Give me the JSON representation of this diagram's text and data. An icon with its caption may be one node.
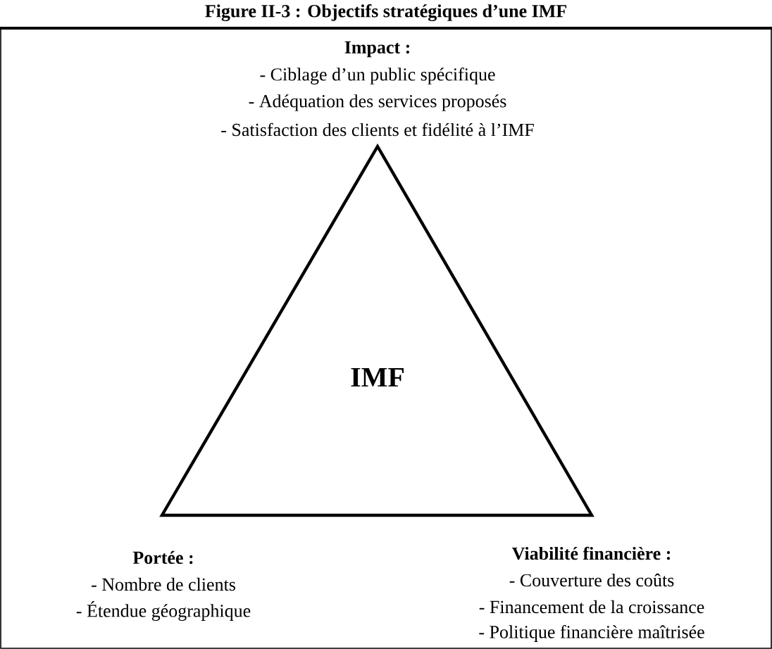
{
  "diagram": {
    "title": "Figure II-3 : Objectifs stratégiques d’une IMF",
    "nodes": [
      {
        "text": [
          "IMF"
        ]
      }
    ],
    "edges": [],
    "labels": [
      "Impact :",
      "- Ciblage d’un public spécifique",
      "- Adéquation des services proposés",
      "- Satisfaction des clients et fidélité à l’IMF",
      "Portée :",
      "- Nombre de clients",
      "- Étendue géographique",
      "Viabilité financière :",
      "- Couverture des coûts",
      "- Financement de la croissance",
      "- Politique financière maîtrisée"
    ]
  }
}
